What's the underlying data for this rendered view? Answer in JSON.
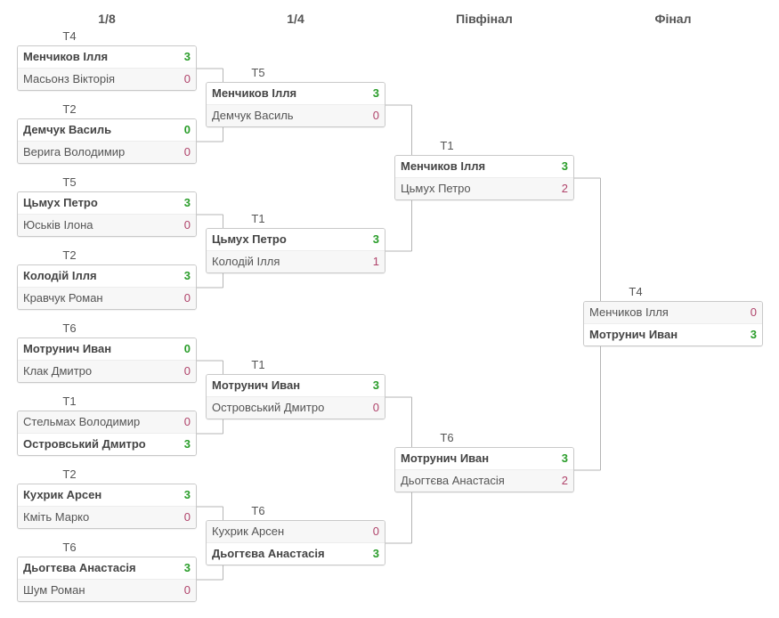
{
  "rounds": [
    "1/8",
    "1/4",
    "Півфінал",
    "Фінал"
  ],
  "matches": [
    {
      "round": 0,
      "table": "T4",
      "players": [
        {
          "name": "Менчиков Ілля",
          "score": "3",
          "win": true
        },
        {
          "name": "Масьонз Вікторія",
          "score": "0",
          "win": false
        }
      ]
    },
    {
      "round": 0,
      "table": "T2",
      "players": [
        {
          "name": "Демчук Василь",
          "score": "0",
          "win": true
        },
        {
          "name": "Верига Володимир",
          "score": "0",
          "win": false
        }
      ]
    },
    {
      "round": 0,
      "table": "T5",
      "players": [
        {
          "name": "Цьмух Петро",
          "score": "3",
          "win": true
        },
        {
          "name": "Юськів Ілона",
          "score": "0",
          "win": false
        }
      ]
    },
    {
      "round": 0,
      "table": "T2",
      "players": [
        {
          "name": "Колодій Ілля",
          "score": "3",
          "win": true
        },
        {
          "name": "Кравчук Роман",
          "score": "0",
          "win": false
        }
      ]
    },
    {
      "round": 0,
      "table": "T6",
      "players": [
        {
          "name": "Мотрунич Иван",
          "score": "0",
          "win": true
        },
        {
          "name": "Клак Дмитро",
          "score": "0",
          "win": false
        }
      ]
    },
    {
      "round": 0,
      "table": "T1",
      "players": [
        {
          "name": "Стельмах Володимир",
          "score": "0",
          "win": false
        },
        {
          "name": "Островський Дмитро",
          "score": "3",
          "win": true
        }
      ]
    },
    {
      "round": 0,
      "table": "T2",
      "players": [
        {
          "name": "Кухрик Арсен",
          "score": "3",
          "win": true
        },
        {
          "name": "Кміть Марко",
          "score": "0",
          "win": false
        }
      ]
    },
    {
      "round": 0,
      "table": "T6",
      "players": [
        {
          "name": "Дьогтєва Анастасія",
          "score": "3",
          "win": true
        },
        {
          "name": "Шум Роман",
          "score": "0",
          "win": false
        }
      ]
    },
    {
      "round": 1,
      "table": "T5",
      "players": [
        {
          "name": "Менчиков Ілля",
          "score": "3",
          "win": true
        },
        {
          "name": "Демчук Василь",
          "score": "0",
          "win": false
        }
      ]
    },
    {
      "round": 1,
      "table": "T1",
      "players": [
        {
          "name": "Цьмух Петро",
          "score": "3",
          "win": true
        },
        {
          "name": "Колодій Ілля",
          "score": "1",
          "win": false
        }
      ]
    },
    {
      "round": 1,
      "table": "T1",
      "players": [
        {
          "name": "Мотрунич Иван",
          "score": "3",
          "win": true
        },
        {
          "name": "Островський Дмитро",
          "score": "0",
          "win": false
        }
      ]
    },
    {
      "round": 1,
      "table": "T6",
      "players": [
        {
          "name": "Кухрик Арсен",
          "score": "0",
          "win": false
        },
        {
          "name": "Дьогтєва Анастасія",
          "score": "3",
          "win": true
        }
      ]
    },
    {
      "round": 2,
      "table": "T1",
      "players": [
        {
          "name": "Менчиков Ілля",
          "score": "3",
          "win": true
        },
        {
          "name": "Цьмух Петро",
          "score": "2",
          "win": false
        }
      ]
    },
    {
      "round": 2,
      "table": "T6",
      "players": [
        {
          "name": "Мотрунич Иван",
          "score": "3",
          "win": true
        },
        {
          "name": "Дьогтєва Анастасія",
          "score": "2",
          "win": false
        }
      ]
    },
    {
      "round": 3,
      "table": "T4",
      "players": [
        {
          "name": "Менчиков Ілля",
          "score": "0",
          "win": false
        },
        {
          "name": "Мотрунич Иван",
          "score": "3",
          "win": true
        }
      ]
    }
  ]
}
